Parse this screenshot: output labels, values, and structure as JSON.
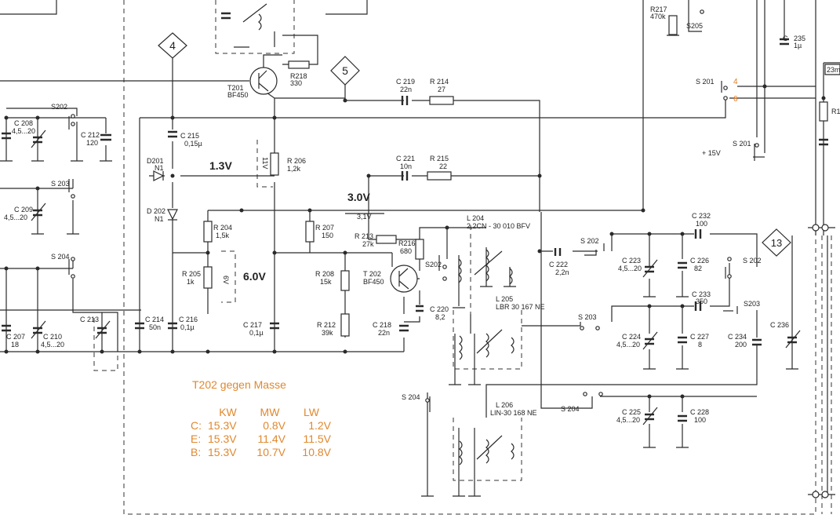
{
  "annotations": {
    "v_13": "1.3V",
    "v_30": "3.0V",
    "v_60": "6.0V",
    "pin4": "4",
    "pin6": "6"
  },
  "table": {
    "title": "T202 gegen Masse",
    "headers": [
      "KW",
      "MW",
      "LW"
    ],
    "rows": [
      {
        "label": "C:",
        "kw": "15.3V",
        "mw": "0.8V",
        "lw": "1.2V"
      },
      {
        "label": "E:",
        "kw": "15.3V",
        "mw": "11.4V",
        "lw": "11.5V"
      },
      {
        "label": "B:",
        "kw": "15.3V",
        "mw": "10.7V",
        "lw": "10.8V"
      }
    ]
  },
  "nodes": {
    "n4": "4",
    "n5": "5",
    "n13": "13"
  },
  "components": {
    "r217": "R217",
    "r217v": "470k",
    "s205": "S205",
    "r218": "R218",
    "r218v": "330",
    "t201": "T201",
    "t201v": "BF450",
    "c219": "C 219",
    "c219v": "22n",
    "r214": "R 214",
    "r214v": "27",
    "c235": "C",
    "c235n": "235",
    "c235v": "1µ",
    "s201a": "S 201",
    "s201b": "S 201",
    "plus15": "+ 15V",
    "s202a": "S202",
    "c208": "C 208",
    "c208v": "4,5...20",
    "c212": "C 212",
    "c212v": "120",
    "c215": "C 215",
    "c215v": "0,15µ",
    "d201": "D201",
    "d201v": "N1",
    "r206": "R 206",
    "r206v": "1,2k",
    "v11": "11V",
    "c221": "C 221",
    "c221v": "10n",
    "r215": "R 215",
    "r215v": "22",
    "s203a": "S 203",
    "c209": "C 209",
    "c209v": "4,5...20",
    "d202": "D 202",
    "d202v": "N1",
    "v31": "3,1V",
    "l204": "L 204",
    "l204v": "2,2CN - 30 010 BFV",
    "c232": "C 232",
    "c232v": "100",
    "r204": "R 204",
    "r204v": "1,5k",
    "r207": "R 207",
    "r207v": "150",
    "r213": "R 213",
    "r213v": "27k",
    "r216": "R216",
    "r216v": "680",
    "s202b": "S 202",
    "c222": "C 222",
    "c222v": "2,2n",
    "c223": "C 223",
    "c223v": "4,5...20",
    "c226": "C 226",
    "c226v": "82",
    "s202c": "S 202",
    "s204a": "S 204",
    "r205": "R 205",
    "r205v": "1k",
    "v6": "6V",
    "r208": "R 208",
    "r208v": "15k",
    "t202": "T 202",
    "t202v": "BF450",
    "s202d": "S202",
    "l205": "L 205",
    "l205v": "LBR 30 167 NE",
    "c233": "C 233",
    "c233v": "350",
    "s203b": "S203",
    "c213": "C 213",
    "c214": "C 214",
    "c214v": "50n",
    "c216": "C 216",
    "c216v": "0,1µ",
    "c217": "C 217",
    "c217v": "0,1µ",
    "r212": "R 212",
    "r212v": "39k",
    "c218": "C 218",
    "c218v": "22n",
    "c220": "C 220",
    "c220v": "8,2",
    "s203c": "S 203",
    "c224": "C 224",
    "c224v": "4,5...20",
    "c227": "C 227",
    "c227v": "8",
    "c234": "C 234",
    "c234v": "200",
    "c236": "C 236",
    "c207": "C 207",
    "c207v": "18",
    "c210": "C 210",
    "c210v": "4,5...20",
    "s204b": "S 204",
    "l206": "L 206",
    "l206v": "LIN-30 168 NE",
    "s204c": "S 204",
    "c225": "C 225",
    "c225v": "4,5...20",
    "c228": "C 228",
    "c228v": "100",
    "r23m": "23m",
    "r1": "R1"
  }
}
